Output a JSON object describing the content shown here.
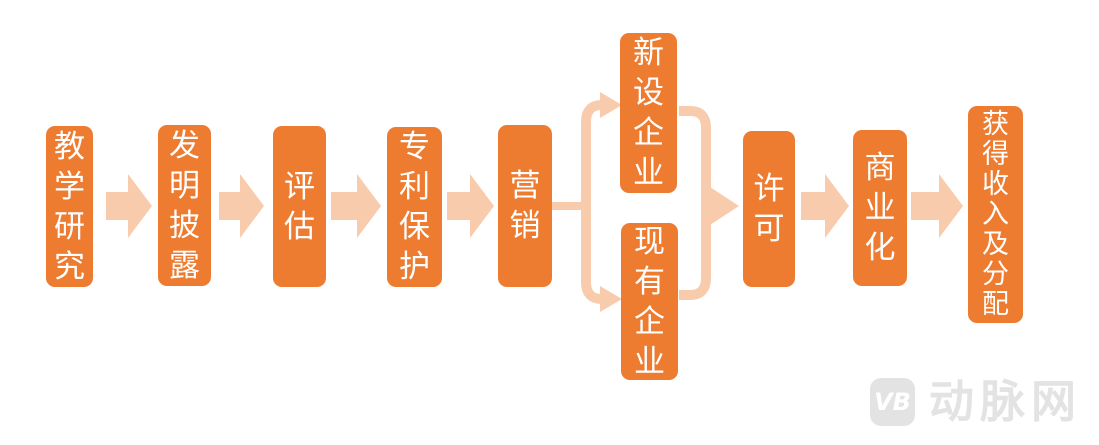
{
  "diagram": {
    "colors": {
      "background": "#ffffff",
      "node_fill": "#ed7c31",
      "node_text": "#ffffff",
      "connector": "#f8cbad",
      "watermark": "#e3e3e3"
    },
    "nodes": [
      {
        "id": "research",
        "label": "教学研究"
      },
      {
        "id": "invention-disclosure",
        "label": "发明披露"
      },
      {
        "id": "evaluation",
        "label": "评估"
      },
      {
        "id": "patent-protection",
        "label": "专利保护"
      },
      {
        "id": "marketing",
        "label": "营销"
      },
      {
        "id": "new-enterprise",
        "label": "新设企业"
      },
      {
        "id": "existing-enterprise",
        "label": "现有企业"
      },
      {
        "id": "licensing",
        "label": "许可"
      },
      {
        "id": "commercialization",
        "label": "商业化"
      },
      {
        "id": "revenue-distribution",
        "label": "获得收入及分配"
      }
    ],
    "edges": [
      {
        "from": "research",
        "to": "invention-disclosure"
      },
      {
        "from": "invention-disclosure",
        "to": "evaluation"
      },
      {
        "from": "evaluation",
        "to": "patent-protection"
      },
      {
        "from": "patent-protection",
        "to": "marketing"
      },
      {
        "from": "marketing",
        "to": "new-enterprise"
      },
      {
        "from": "marketing",
        "to": "existing-enterprise"
      },
      {
        "from": "new-enterprise",
        "to": "licensing"
      },
      {
        "from": "existing-enterprise",
        "to": "licensing"
      },
      {
        "from": "licensing",
        "to": "commercialization"
      },
      {
        "from": "commercialization",
        "to": "revenue-distribution"
      }
    ]
  },
  "watermark": {
    "logo_text": "VB",
    "site_name": "动脉网"
  }
}
